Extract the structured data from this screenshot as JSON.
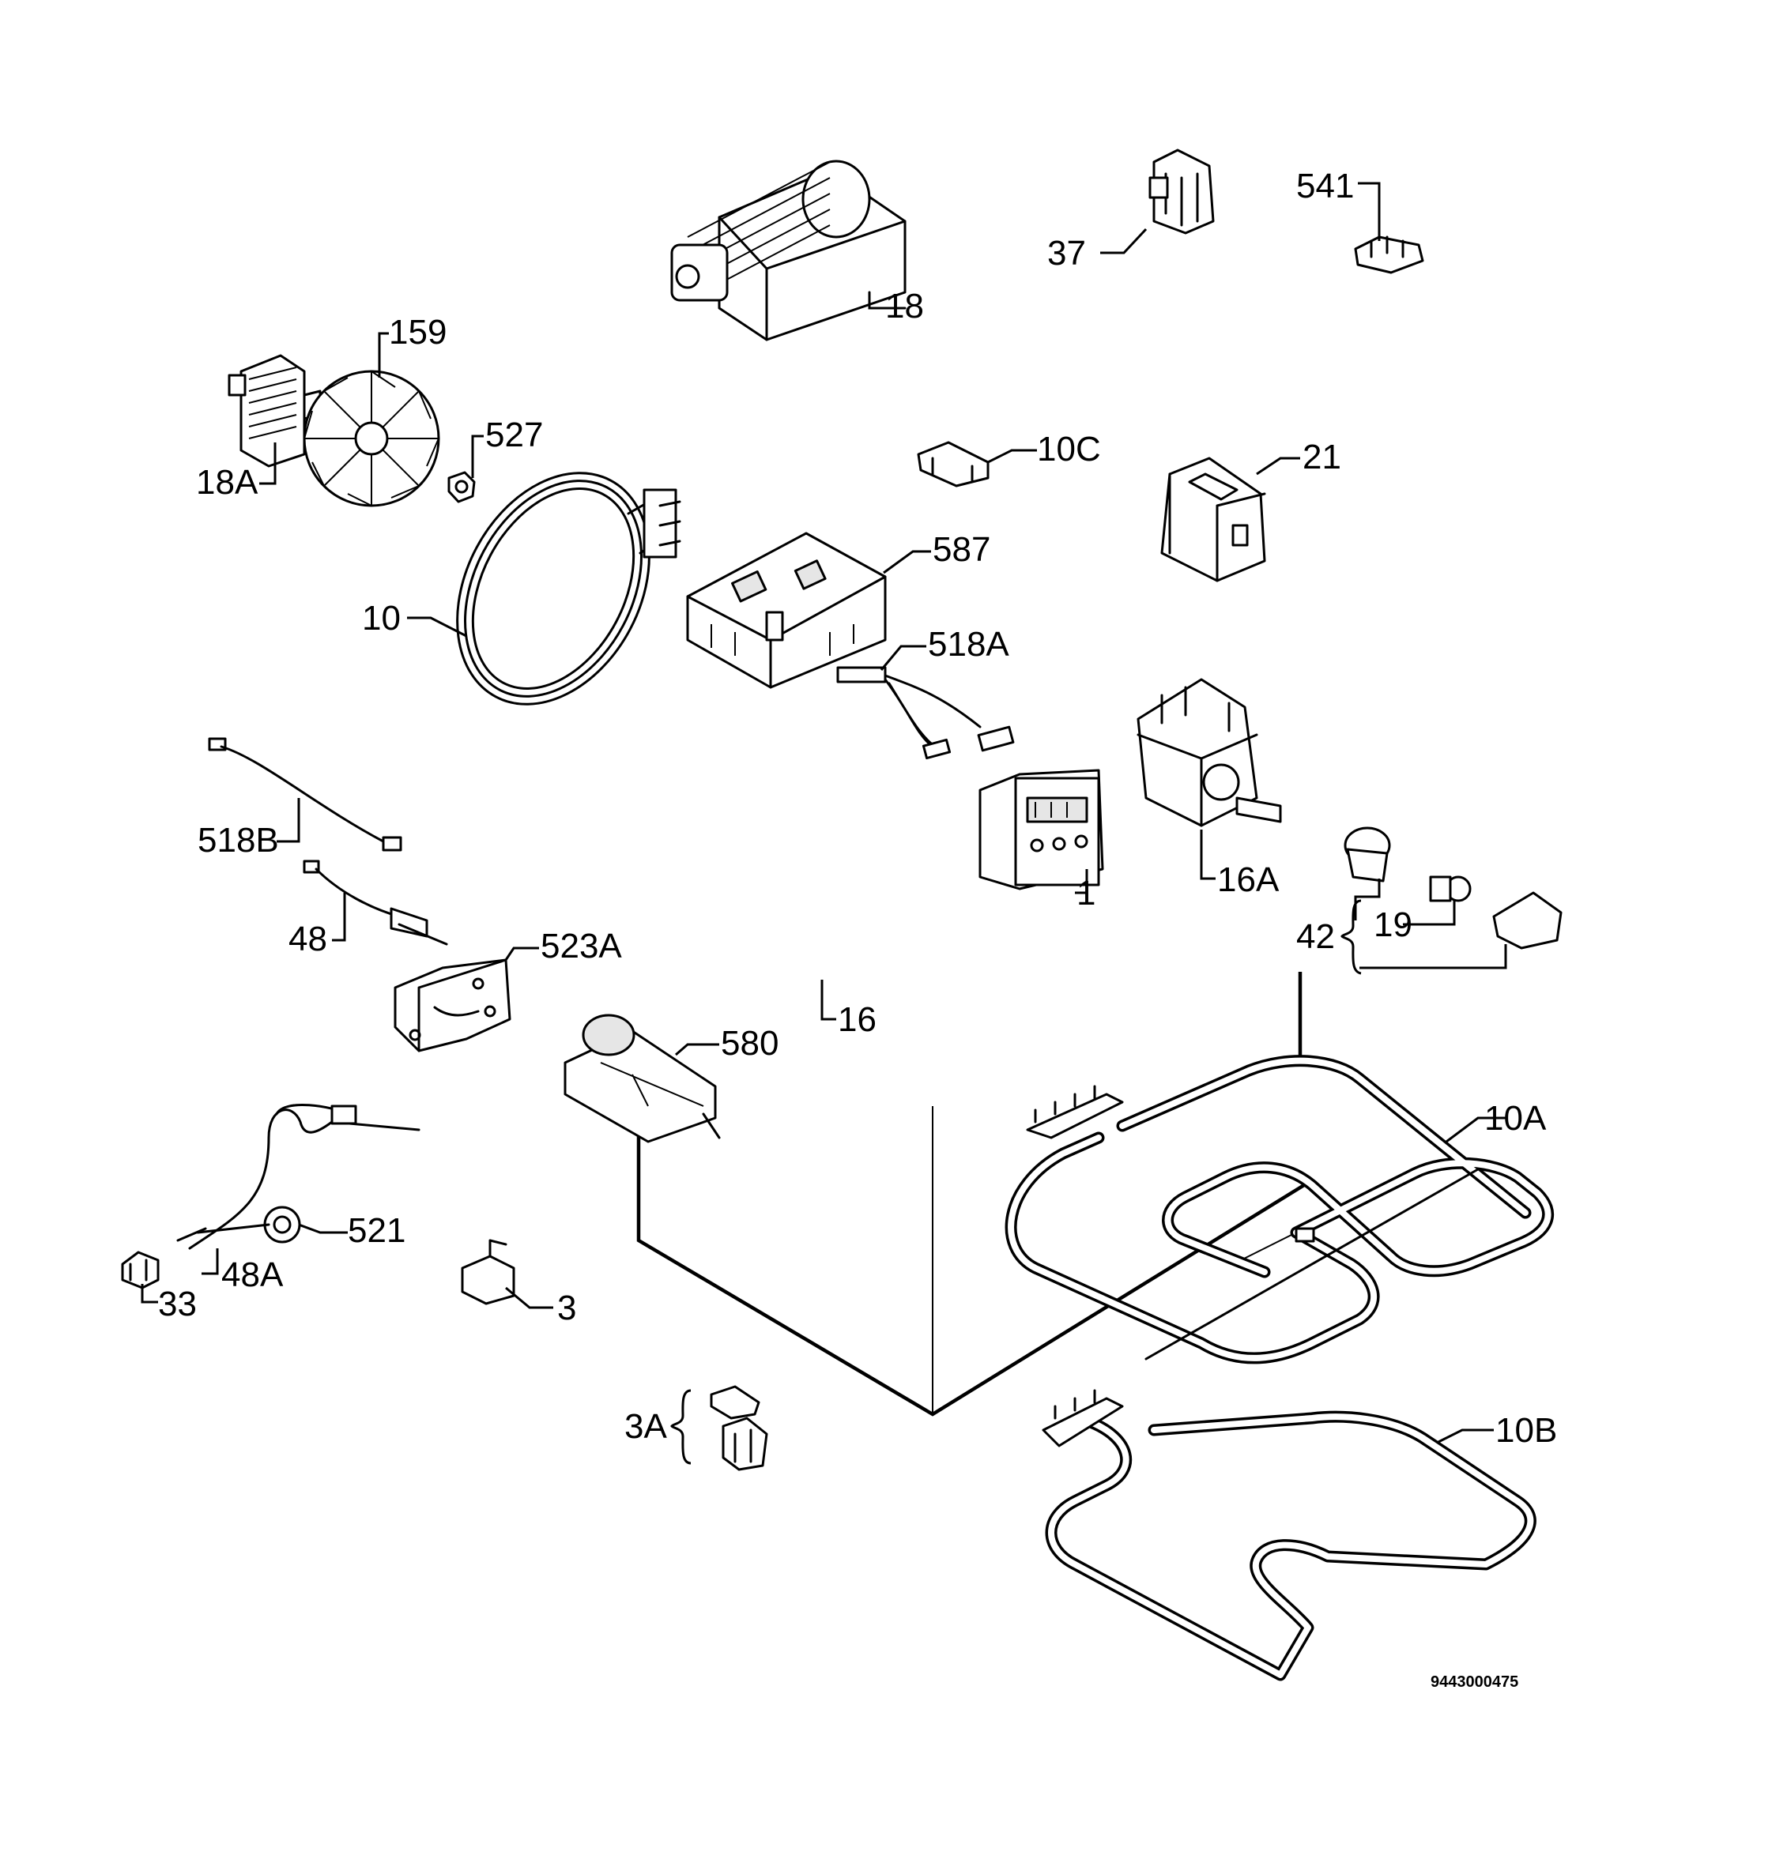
{
  "diagram": {
    "document_number": "9443000475",
    "labels": {
      "p1": "1",
      "p3": "3",
      "p3A": "3A",
      "p10": "10",
      "p10A": "10A",
      "p10B": "10B",
      "p10C": "10C",
      "p16": "16",
      "p16A": "16A",
      "p18": "18",
      "p18A": "18A",
      "p19": "19",
      "p21": "21",
      "p33": "33",
      "p37": "37",
      "p42": "42",
      "p48": "48",
      "p48A": "48A",
      "p159": "159",
      "p518A": "518A",
      "p518B": "518B",
      "p521": "521",
      "p523A": "523A",
      "p527": "527",
      "p541": "541",
      "p580": "580",
      "p587": "587"
    }
  }
}
